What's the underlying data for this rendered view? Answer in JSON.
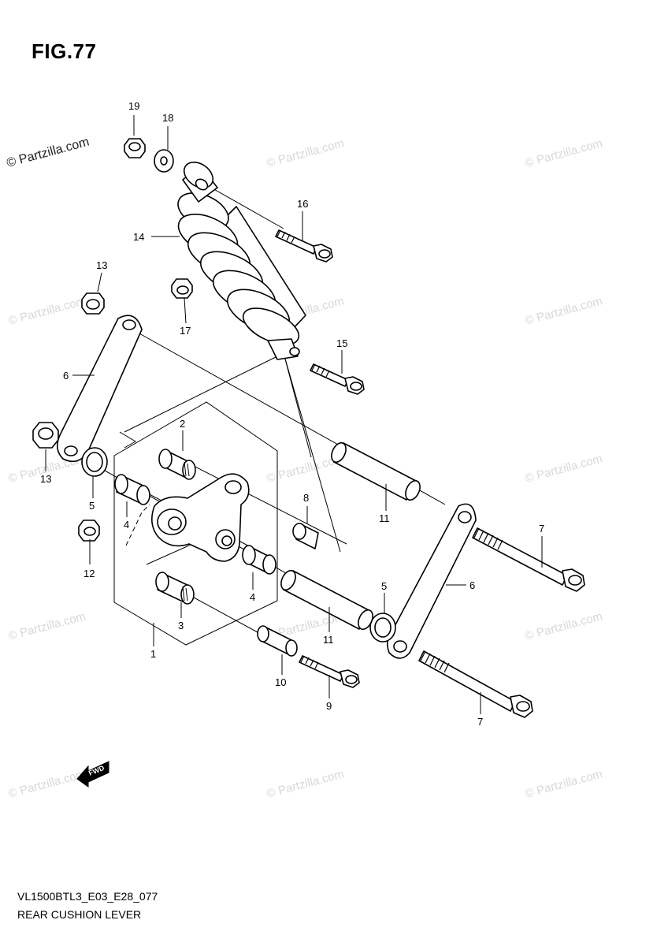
{
  "figure": {
    "title": "FIG.77",
    "code": "VL1500BTL3_E03_E28_077",
    "name": "REAR CUSHION LEVER"
  },
  "watermark": {
    "text": "© Partzilla.com",
    "strong_text": "© Partzilla.com"
  },
  "forward_arrow": {
    "text": "FWD",
    "icon": "forward-arrow-icon"
  },
  "callouts": {
    "c19": "19",
    "c18": "18",
    "c16": "16",
    "c14": "14",
    "c13a": "13",
    "c13b": "13",
    "c17": "17",
    "c15": "15",
    "c6a": "6",
    "c6b": "6",
    "c2": "2",
    "c8": "8",
    "c5a": "5",
    "c5b": "5",
    "c4a": "4",
    "c4b": "4",
    "c12": "12",
    "c3": "3",
    "c1": "1",
    "c11a": "11",
    "c11b": "11",
    "c7a": "7",
    "c7b": "7",
    "c10": "10",
    "c9": "9"
  }
}
